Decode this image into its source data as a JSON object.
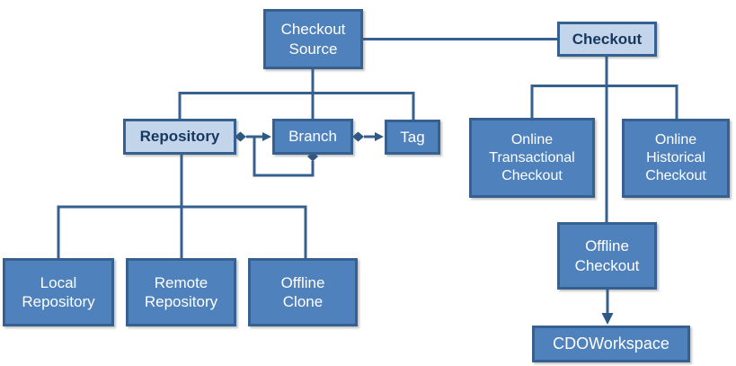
{
  "nodes": {
    "checkout_source": {
      "label": "Checkout\nSource"
    },
    "checkout": {
      "label": "Checkout"
    },
    "repository": {
      "label": "Repository"
    },
    "branch": {
      "label": "Branch"
    },
    "tag": {
      "label": "Tag"
    },
    "online_transactional_checkout": {
      "label": "Online\nTransactional\nCheckout"
    },
    "online_historical_checkout": {
      "label": "Online\nHistorical\nCheckout"
    },
    "offline_checkout": {
      "label": "Offline\nCheckout"
    },
    "cdo_workspace": {
      "label": "CDOWorkspace"
    },
    "local_repository": {
      "label": "Local\nRepository"
    },
    "remote_repository": {
      "label": "Remote\nRepository"
    },
    "offline_clone": {
      "label": "Offline\nClone"
    }
  },
  "edges": [
    {
      "from": "Checkout Source",
      "to": "Checkout",
      "type": "association-line"
    },
    {
      "from": "Checkout Source",
      "to": "Repository",
      "type": "tree-branch"
    },
    {
      "from": "Checkout Source",
      "to": "Branch",
      "type": "tree-branch"
    },
    {
      "from": "Checkout Source",
      "to": "Tag",
      "type": "tree-branch"
    },
    {
      "from": "Repository",
      "to": "Branch",
      "type": "diamond-source-arrow-target"
    },
    {
      "from": "Branch",
      "to": "Tag",
      "type": "diamond-source-arrow-target"
    },
    {
      "from": "Branch",
      "to": "Branch",
      "type": "diamond-source-arrow-target-self-loop"
    },
    {
      "from": "Repository",
      "to": "Local Repository",
      "type": "tree-branch"
    },
    {
      "from": "Repository",
      "to": "Remote Repository",
      "type": "tree-branch"
    },
    {
      "from": "Repository",
      "to": "Offline Clone",
      "type": "tree-branch"
    },
    {
      "from": "Checkout",
      "to": "Online Transactional Checkout",
      "type": "tree-branch"
    },
    {
      "from": "Checkout",
      "to": "Online Historical Checkout",
      "type": "tree-branch"
    },
    {
      "from": "Checkout",
      "to": "Offline Checkout",
      "type": "tree-branch"
    },
    {
      "from": "Offline Checkout",
      "to": "CDOWorkspace",
      "type": "arrow"
    }
  ],
  "colors": {
    "node_fill_dark": "#4F81BD",
    "node_fill_light": "#C3D5EA",
    "node_border": "#36608F",
    "connector": "#36608F",
    "marker": "#2E5984",
    "text_light": "#FFFFFF",
    "text_dark": "#17375E",
    "background": "#FFFFFF"
  }
}
